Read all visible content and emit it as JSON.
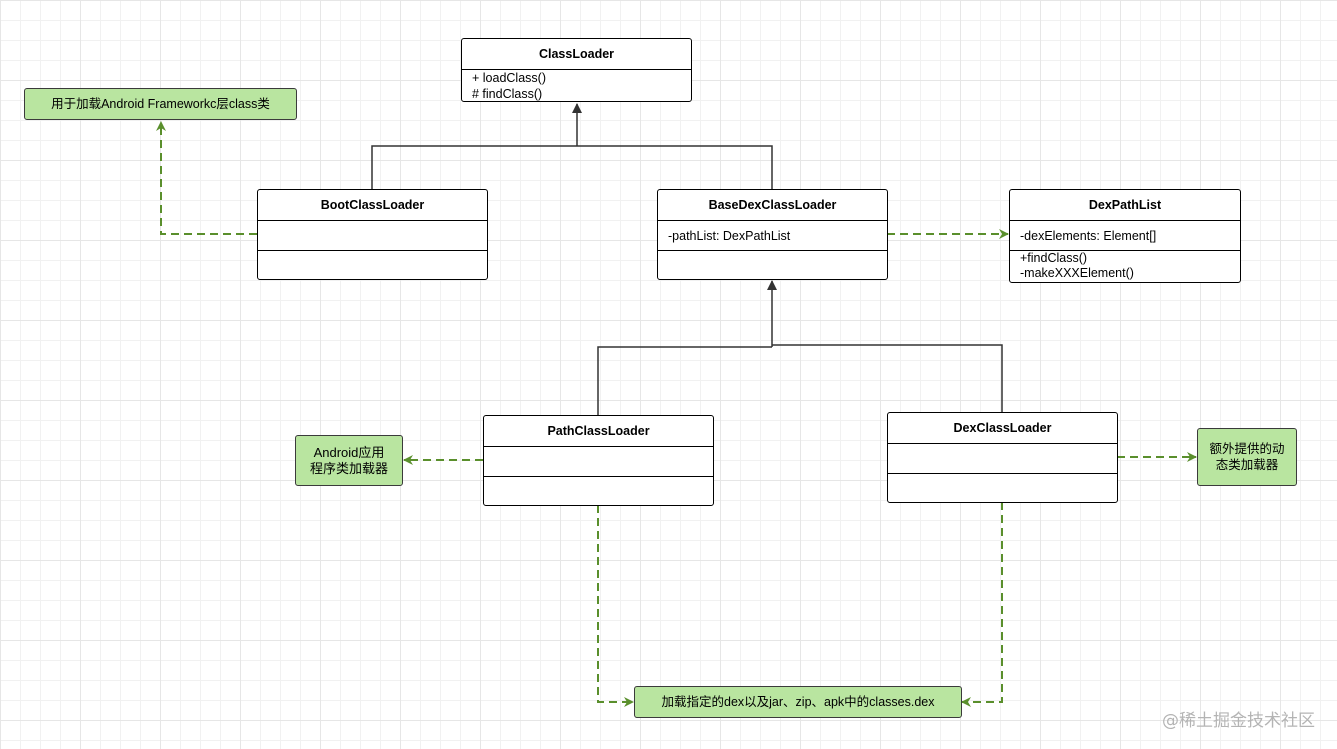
{
  "classes": {
    "classloader": {
      "name": "ClassLoader",
      "methods": [
        "+ loadClass()",
        "# findClass()"
      ]
    },
    "bootclassloader": {
      "name": "BootClassLoader"
    },
    "basedexclassloader": {
      "name": "BaseDexClassLoader",
      "attributes": [
        "-pathList: DexPathList"
      ]
    },
    "dexpathlist": {
      "name": "DexPathList",
      "attributes": [
        "-dexElements: Element[]"
      ],
      "methods": [
        "+findClass()",
        "-makeXXXElement()"
      ]
    },
    "pathclassloader": {
      "name": "PathClassLoader"
    },
    "dexclassloader": {
      "name": "DexClassLoader"
    }
  },
  "notes": {
    "framework": [
      "用于加载Android Frameworkc层class类"
    ],
    "app": [
      "Android应用",
      "程序类加载器"
    ],
    "dynamic": [
      "额外提供的动",
      "态类加载器"
    ],
    "dex": [
      "加载指定的dex以及jar、zip、apk中的classes.dex"
    ]
  },
  "watermark": "@稀土掘金技术社区",
  "colors": {
    "note_fill": "#b9e5a0",
    "dashed_arrow": "#5a8f2c",
    "solid_line": "#333333",
    "grid": "#e6e6e6"
  }
}
